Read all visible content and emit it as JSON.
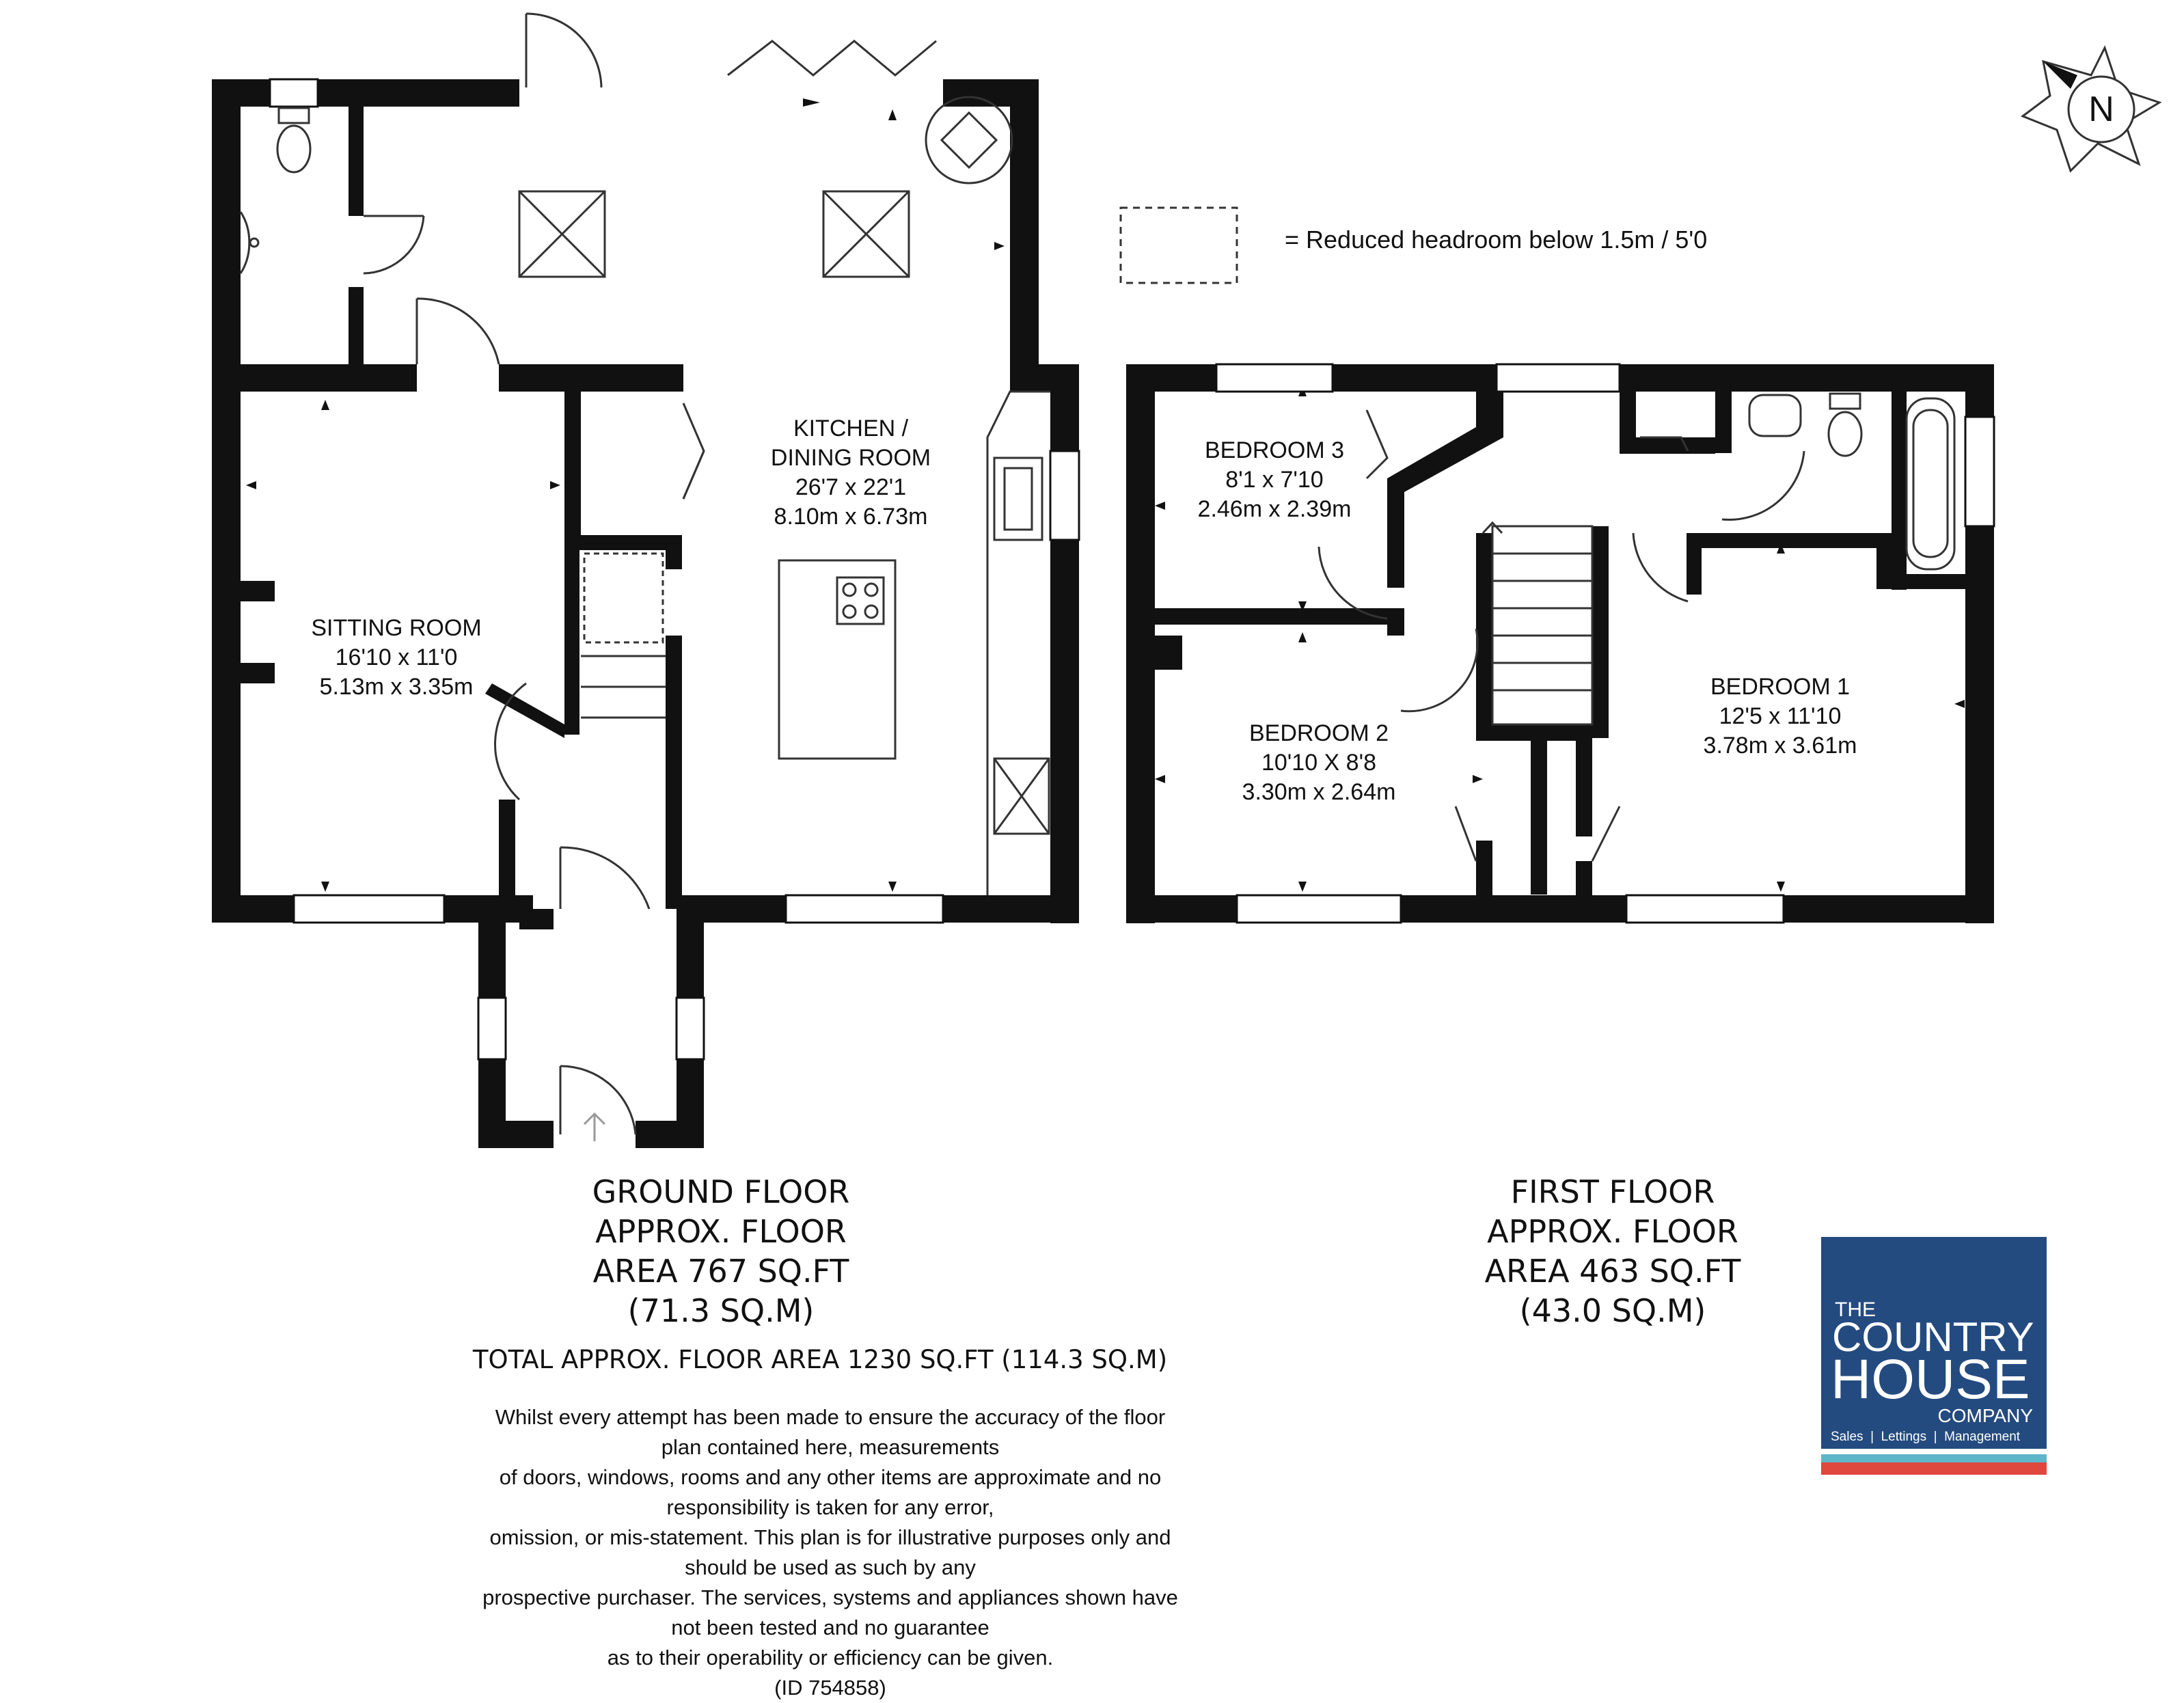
{
  "legend": {
    "text": "= Reduced headroom below 1.5m / 5'0"
  },
  "compass": {
    "label": "N"
  },
  "rooms": {
    "kitchen": {
      "name1": "KITCHEN /",
      "name2": "DINING ROOM",
      "imperial": "26'7 x 22'1",
      "metric": "8.10m x 6.73m"
    },
    "sitting": {
      "name": "SITTING ROOM",
      "imperial": "16'10 x 11'0",
      "metric": "5.13m x 3.35m"
    },
    "bedroom3": {
      "name": "BEDROOM 3",
      "imperial": "8'1 x 7'10",
      "metric": "2.46m x 2.39m"
    },
    "bedroom2": {
      "name": "BEDROOM 2",
      "imperial": "10'10 X 8'8",
      "metric": "3.30m x 2.64m"
    },
    "bedroom1": {
      "name": "BEDROOM 1",
      "imperial": "12'5 x 11'10",
      "metric": "3.78m x 3.61m"
    }
  },
  "ground_floor": {
    "line1": "GROUND FLOOR",
    "line2": "APPROX. FLOOR",
    "line3": "AREA 767 SQ.FT",
    "line4": "(71.3 SQ.M)"
  },
  "first_floor": {
    "line1": "FIRST FLOOR",
    "line2": "APPROX. FLOOR",
    "line3": "AREA 463 SQ.FT",
    "line4": "(43.0 SQ.M)"
  },
  "total": "TOTAL APPROX. FLOOR AREA 1230 SQ.FT (114.3 SQ.M)",
  "disclaimer": {
    "l1": "Whilst every attempt has been made to ensure the accuracy of the floor plan contained here, measurements",
    "l2": "of doors, windows, rooms and any other items are approximate and no responsibility is taken for any error,",
    "l3": "omission, or mis-statement. This plan is for illustrative purposes only and should be used as such by any",
    "l4": "prospective purchaser. The services, systems and appliances shown have not been tested and no guarantee",
    "l5": "as to their operability or efficiency can be given.",
    "l6": "(ID 754858)"
  },
  "brand": {
    "the": "THE",
    "country": "COUNTRY",
    "house": "HOUSE",
    "company": "COMPANY",
    "tagline": "Sales  |  Lettings  |  Management",
    "colors": {
      "navy": "#244b80",
      "red": "#e0473d",
      "teal": "#5fb6c8"
    }
  }
}
